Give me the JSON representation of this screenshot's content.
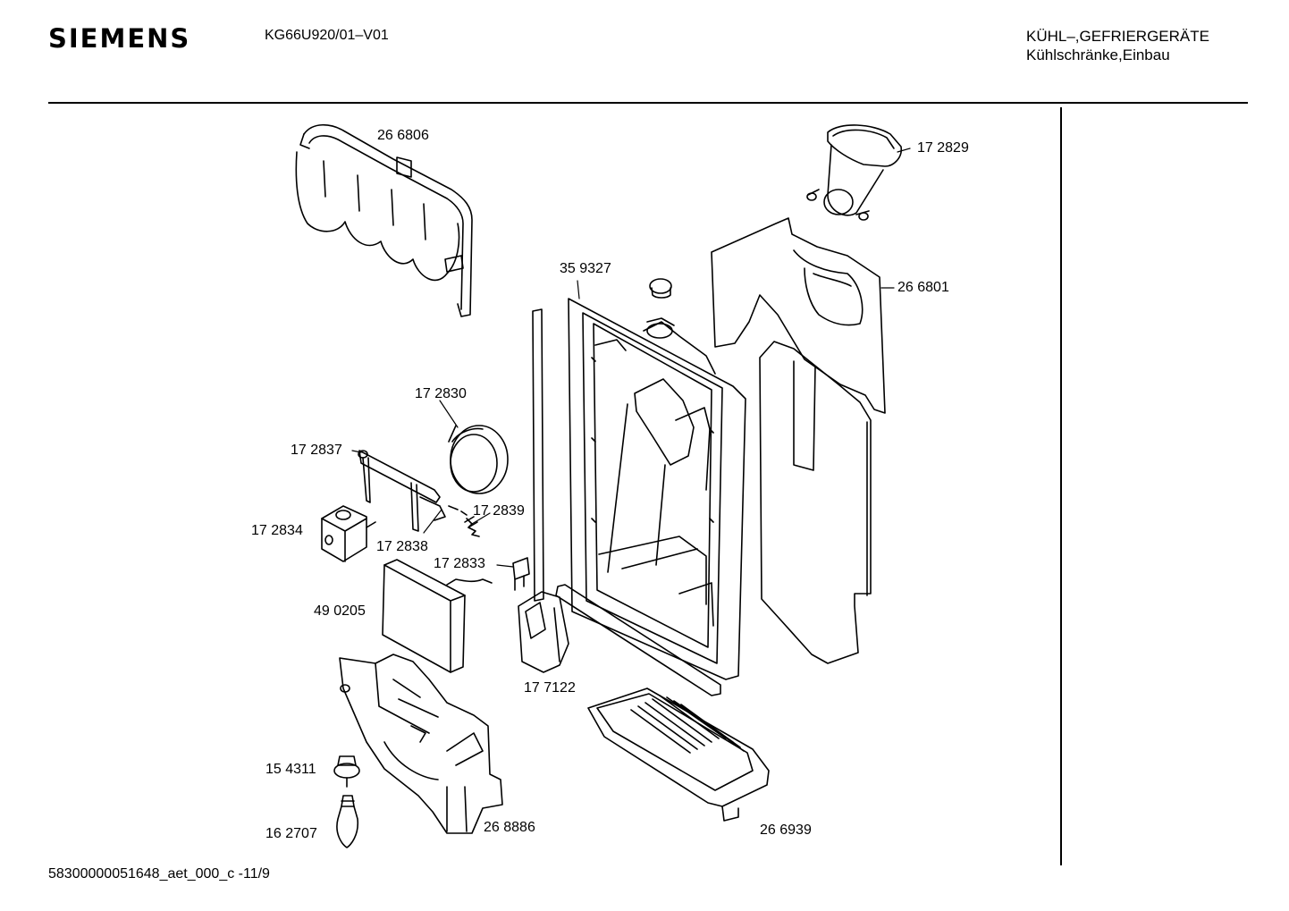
{
  "header": {
    "brand": "SIEMENS",
    "model": "KG66U920/01–V01",
    "category_line1": "KÜHL–,GEFRIERGERÄTE",
    "category_line2": "Kühlschränke,Einbau"
  },
  "parts": {
    "p266806": "26 6806",
    "p172829": "17 2829",
    "p359327": "35 9327",
    "p266801": "26 6801",
    "p172830": "17 2830",
    "p172837": "17 2837",
    "p172839": "17 2839",
    "p172834": "17 2834",
    "p172838": "17 2838",
    "p172833": "17 2833",
    "p490205": "49 0205",
    "p177122": "17 7122",
    "p154311": "15 4311",
    "p162707": "16 2707",
    "p268886": "26 8886",
    "p266939": "26 6939"
  },
  "footer": {
    "code": "58300000051648_aet_000_c  -11/9"
  }
}
